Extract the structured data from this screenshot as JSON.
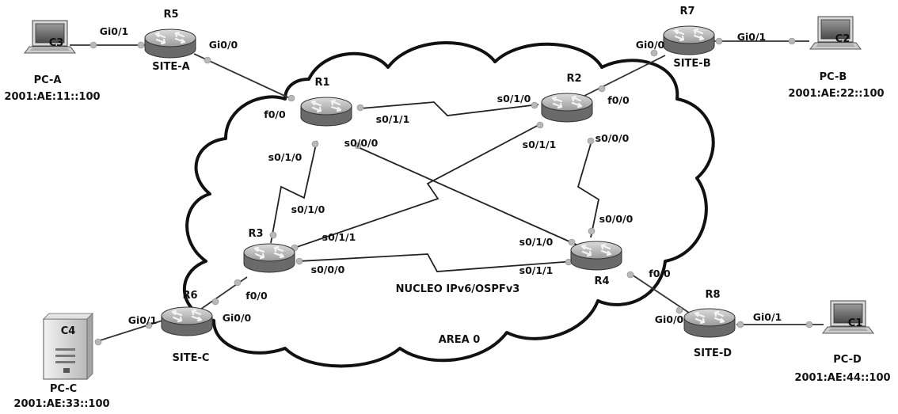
{
  "diagram": {
    "cloud_labels": {
      "core": "NUCLEO IPv6/OSPFv3",
      "area": "AREA 0"
    },
    "routers": {
      "r1": {
        "name": "R1"
      },
      "r2": {
        "name": "R2"
      },
      "r3": {
        "name": "R3"
      },
      "r4": {
        "name": "R4"
      },
      "r5": {
        "name": "R5",
        "site": "SITE-A"
      },
      "r6": {
        "name": "R6",
        "site": "SITE-C"
      },
      "r7": {
        "name": "R7",
        "site": "SITE-B"
      },
      "r8": {
        "name": "R8",
        "site": "SITE-D"
      }
    },
    "hosts": {
      "pc_a": {
        "screen": "C3",
        "name": "PC-A",
        "ip": "2001:AE:11::100"
      },
      "pc_b": {
        "screen": "C2",
        "name": "PC-B",
        "ip": "2001:AE:22::100"
      },
      "pc_c": {
        "screen": "C4",
        "name": "PC-C",
        "ip": "2001:AE:33::100"
      },
      "pc_d": {
        "screen": "C1",
        "name": "PC-D",
        "ip": "2001:AE:44::100"
      }
    },
    "interfaces": {
      "r5_gi01": "Gi0/1",
      "r5_gi00": "Gi0/0",
      "r7_gi00": "Gi0/0",
      "r7_gi01": "Gi0/1",
      "r6_gi01": "Gi0/1",
      "r6_gi00": "Gi0/0",
      "r8_gi00": "Gi0/0",
      "r8_gi01": "Gi0/1",
      "r1_f00": "f0/0",
      "r1_s011": "s0/1/1",
      "r1_s000": "s0/0/0",
      "r1_s010": "s0/1/0",
      "r2_s010": "s0/1/0",
      "r2_f00": "f0/0",
      "r2_s011": "s0/1/1",
      "r2_s000": "s0/0/0",
      "r3_s010": "s0/1/0",
      "r3_s011": "s0/1/1",
      "r3_s000": "s0/0/0",
      "r3_f00": "f0/0",
      "r4_s000": "s0/0/0",
      "r4_s010": "s0/1/0",
      "r4_s011": "s0/1/1",
      "r4_f00": "f0/0"
    }
  }
}
